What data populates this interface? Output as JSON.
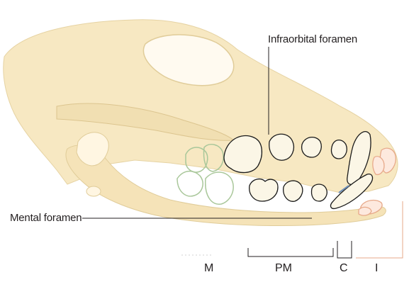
{
  "labels": {
    "infraorbital_foramen": "Infraorbital foramen",
    "mental_foramen": "Mental foramen"
  },
  "tooth_groups": {
    "molars": "M",
    "premolars": "PM",
    "canine": "C",
    "incisors": "I"
  },
  "colors": {
    "bone": "#f7e8c2",
    "bone_edge": "#e6d3a3",
    "tooth_outline": "#1a1a1a",
    "molar_outline": "#a9c79a",
    "incisor_outline": "#e7a98a",
    "canine_highlight": "#6f8fb8",
    "leader_line": "#231f20"
  }
}
